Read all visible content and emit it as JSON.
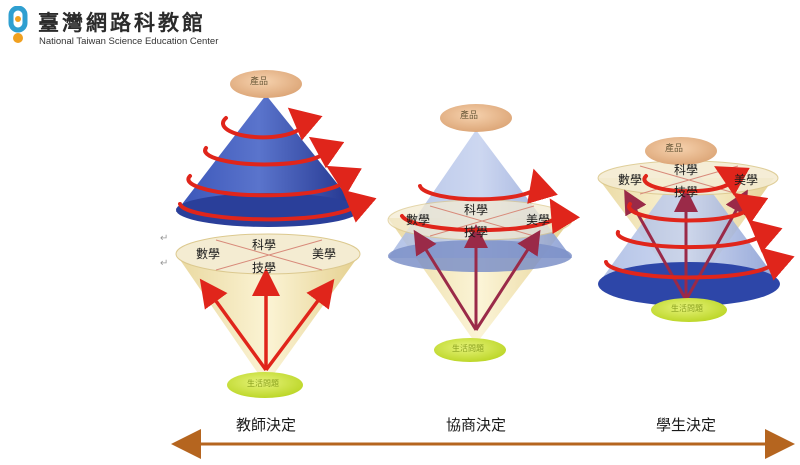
{
  "header": {
    "title": "臺灣網路科教館",
    "subtitle": "National Taiwan Science Education Center",
    "logo_icon": "nstec-logo-icon"
  },
  "colors": {
    "dark_cone": "#2d46a8",
    "light_cone": "#8ea4d8",
    "disc": "#f3ebcf",
    "product_bubble": "#e7b78c",
    "life_bubble": "#cde33a",
    "red_loop": "#e0251b",
    "timeline": "#b5651f"
  },
  "diagrams": [
    {
      "id": "teacher",
      "product": "產品",
      "life": "生活問題",
      "subjects": {
        "math": "數學",
        "science": "科學",
        "technology": "技學",
        "art": "美學"
      },
      "stage": "教師決定"
    },
    {
      "id": "negotiate",
      "product": "產品",
      "life": "生活問題",
      "subjects": {
        "math": "數學",
        "science": "科學",
        "technology": "技學",
        "art": "美學"
      },
      "stage": "協商決定"
    },
    {
      "id": "student",
      "product": "產品",
      "life": "生活問題",
      "subjects": {
        "math": "數學",
        "science": "科學",
        "technology": "技學",
        "art": "美學"
      },
      "stage": "學生決定"
    }
  ],
  "timeline": {
    "icon": "double-headed-arrow-icon"
  },
  "marks": {
    "return_mark": "↵"
  }
}
